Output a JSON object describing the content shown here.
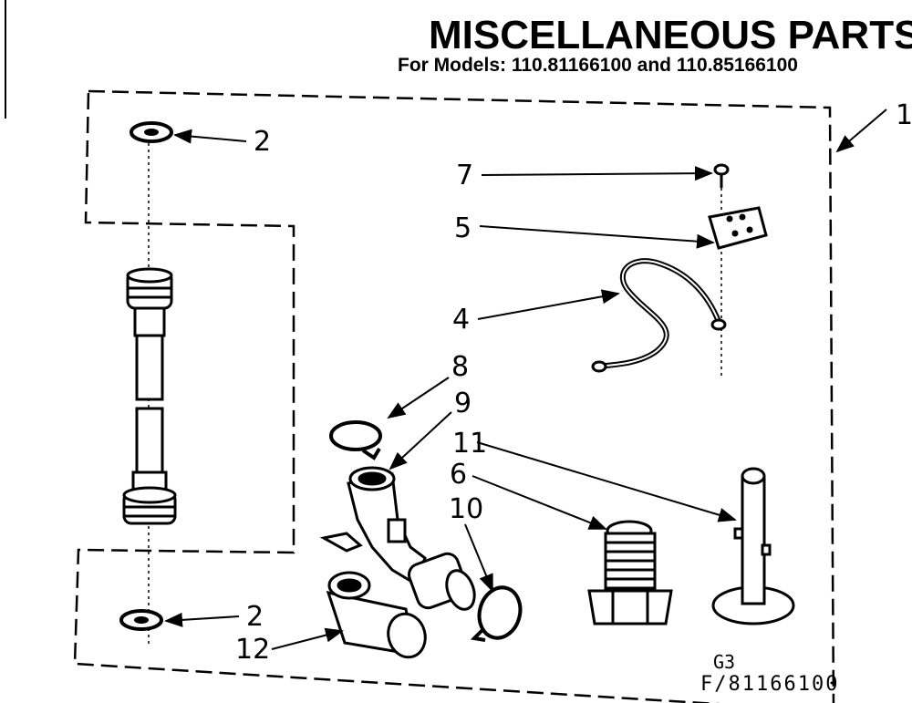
{
  "diagram": {
    "title": "MISCELLANEOUS PARTS",
    "subtitle": "For Models: 110.81166100 and 110.85166100",
    "footer_code": "G3",
    "figure_number": "F/81166100",
    "callouts": {
      "c1": "1",
      "c2_top": "2",
      "c2_bottom": "2",
      "c4": "4",
      "c5": "5",
      "c6": "6",
      "c7": "7",
      "c8": "8",
      "c9": "9",
      "c10": "10",
      "c11": "11",
      "c12": "12"
    }
  },
  "colors": {
    "ink": "#000000",
    "paper": "#ffffff"
  }
}
